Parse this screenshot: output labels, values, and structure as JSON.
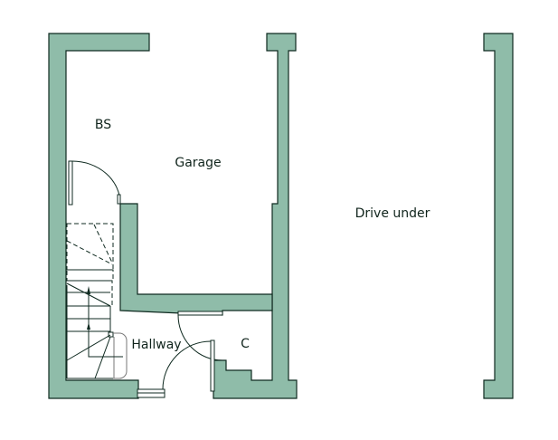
{
  "rooms": {
    "bs": "BS",
    "garage": "Garage",
    "drive": "Drive under",
    "hallway": "Hallway",
    "cupboard": "C"
  },
  "colors": {
    "wall": "#8fbca9",
    "outline": "#0f2a20"
  }
}
